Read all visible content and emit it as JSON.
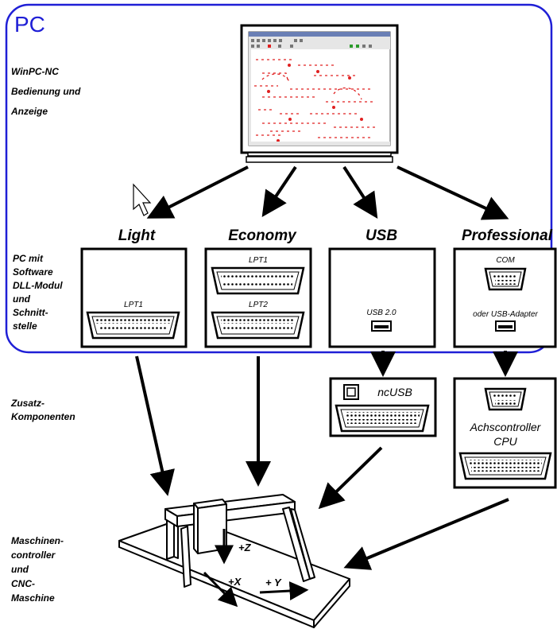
{
  "pc_region": {
    "label": "PC",
    "border_color": "#1f1fd6"
  },
  "left_labels": {
    "winpc": [
      "WinPC-NC",
      "Bedienung und",
      "Anzeige"
    ],
    "pc_mit": [
      "PC mit",
      "Software",
      "DLL-Modul",
      "und",
      "Schnitt-",
      "stelle"
    ],
    "zusatz": [
      "Zusatz-",
      "Komponenten"
    ],
    "maschine": [
      "Maschinen-",
      "controller",
      "und",
      "CNC-",
      "Maschine"
    ]
  },
  "variants": [
    {
      "id": "light",
      "title": "Light",
      "ports": [
        "LPT1"
      ]
    },
    {
      "id": "economy",
      "title": "Economy",
      "ports": [
        "LPT1",
        "LPT2"
      ]
    },
    {
      "id": "usb",
      "title": "USB",
      "ports": [
        "USB 2.0"
      ]
    },
    {
      "id": "professional",
      "title": "Professional",
      "ports": [
        "COM",
        "oder USB-Adapter"
      ]
    }
  ],
  "components": {
    "ncusb": {
      "label": "ncUSB"
    },
    "achscontroller": {
      "line1": "Achscontroller",
      "line2": "CPU"
    }
  },
  "axes": {
    "z": "+Z",
    "x": "+X",
    "y": "+ Y"
  },
  "colors": {
    "accent_blue": "#1f1fd6",
    "trace_red": "#e02020"
  }
}
